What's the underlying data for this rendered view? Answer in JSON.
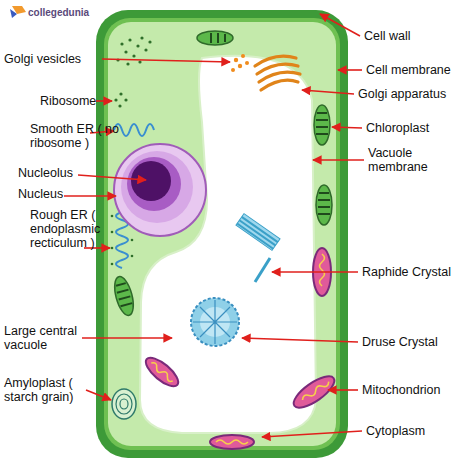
{
  "diagram": {
    "labels": [
      "collegedunia",
      "Golgi vesicles",
      "Ribosome",
      "Smooth ER ( no ribosome )",
      "Nucleolus",
      "Nucleus",
      "Rough ER ( endoplasmic recticulum )",
      "Large central vacuole",
      "Amyloplast ( starch grain)",
      "Cell wall",
      "Cell membrane",
      "Golgi apparatus",
      "Chloroplast",
      "Vacuole membrane",
      "Raphide Crystal",
      "Druse Crystal",
      "Mitochondrion",
      "Cytoplasm"
    ]
  }
}
